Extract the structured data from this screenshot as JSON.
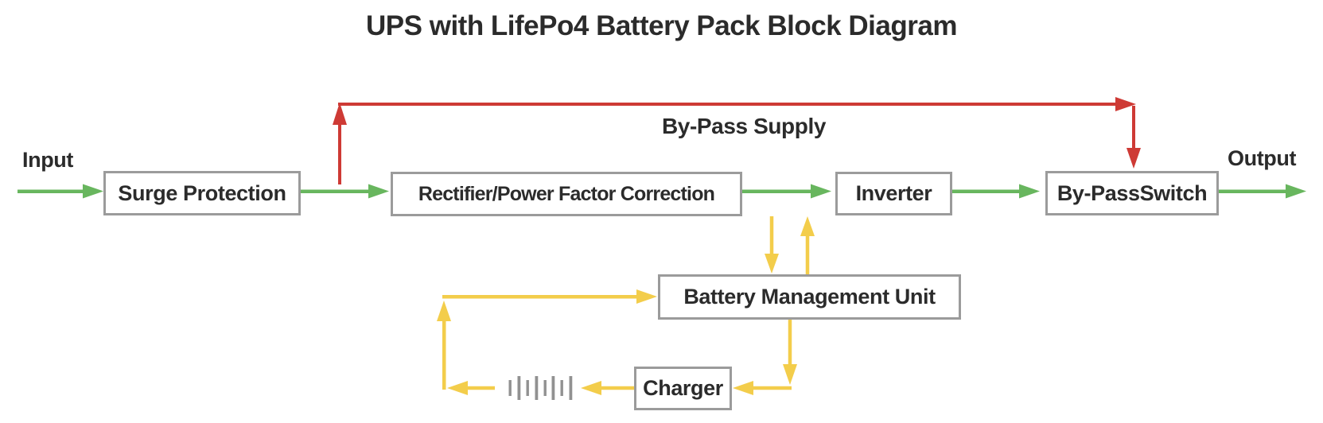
{
  "title": "UPS with LifePo4 Battery Pack Block Diagram",
  "labels": {
    "input": "Input",
    "output": "Output",
    "bypass_supply": "By-Pass Supply"
  },
  "blocks": {
    "surge_protection": "Surge Protection",
    "rectifier_pfc": "Rectifier/Power Factor Correction",
    "inverter": "Inverter",
    "bypass_switch": "By-PassSwitch",
    "battery_management_unit": "Battery Management Unit",
    "charger": "Charger"
  },
  "icons": {
    "battery_pack": "battery-pack-cells-symbol"
  },
  "colors": {
    "flow_green": "#68b65e",
    "bypass_red": "#ce3a35",
    "battery_yellow": "#f3cd4b",
    "box_border_gray": "#9b9b9b",
    "battery_symbol_gray": "#919191",
    "text_dark": "#2b2b2b"
  },
  "edges": [
    {
      "from": "Input",
      "to": "Surge Protection",
      "color": "green"
    },
    {
      "from": "Surge Protection",
      "to": "Rectifier/Power Factor Correction",
      "color": "green"
    },
    {
      "from": "Rectifier/Power Factor Correction",
      "to": "Inverter",
      "color": "green"
    },
    {
      "from": "Inverter",
      "to": "By-PassSwitch",
      "color": "green"
    },
    {
      "from": "By-PassSwitch",
      "to": "Output",
      "color": "green"
    },
    {
      "from": "Surge Protection",
      "to": "By-PassSwitch",
      "label": "By-Pass Supply",
      "color": "red"
    },
    {
      "from": "Rectifier/Power Factor Correction",
      "to": "Battery Management Unit",
      "color": "yellow"
    },
    {
      "from": "Battery Management Unit",
      "to": "Inverter",
      "color": "yellow"
    },
    {
      "from": "Battery Management Unit",
      "to": "Charger",
      "color": "yellow"
    },
    {
      "from": "Charger",
      "to": "Battery Pack",
      "color": "yellow"
    },
    {
      "from": "Battery Pack",
      "to": "Battery Management Unit",
      "color": "yellow"
    }
  ]
}
